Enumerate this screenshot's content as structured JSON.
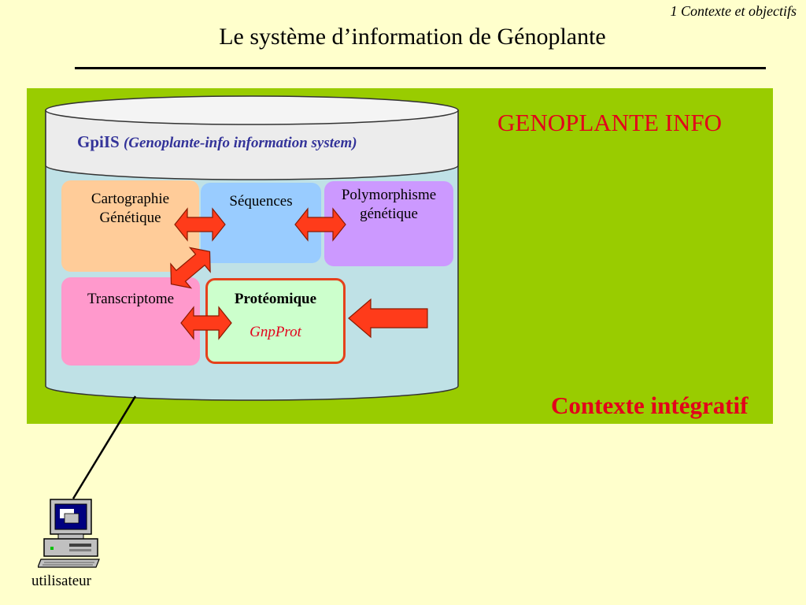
{
  "header": {
    "section": "1 Contexte et objectifs",
    "title": "Le système d’information de Génoplante"
  },
  "panel": {
    "name": "GENOPLANTE INFO",
    "footer": "Contexte intégratif"
  },
  "database": {
    "name": "GpiIS",
    "description": "(Genoplante-info information system)"
  },
  "modules": {
    "cartographie": "Cartographie Génétique",
    "sequences": "Séquences",
    "polymorphisme": "Polymorphisme génétique",
    "transcriptome": "Transcriptome",
    "proteomique": "Protéomique",
    "proteomique_sub": "GnpProt"
  },
  "user": {
    "label": "utilisateur"
  },
  "colors": {
    "background": "#ffffcc",
    "panel": "#99cc00",
    "accent_red": "#e3001b",
    "arrow": "#ff3b1a"
  }
}
